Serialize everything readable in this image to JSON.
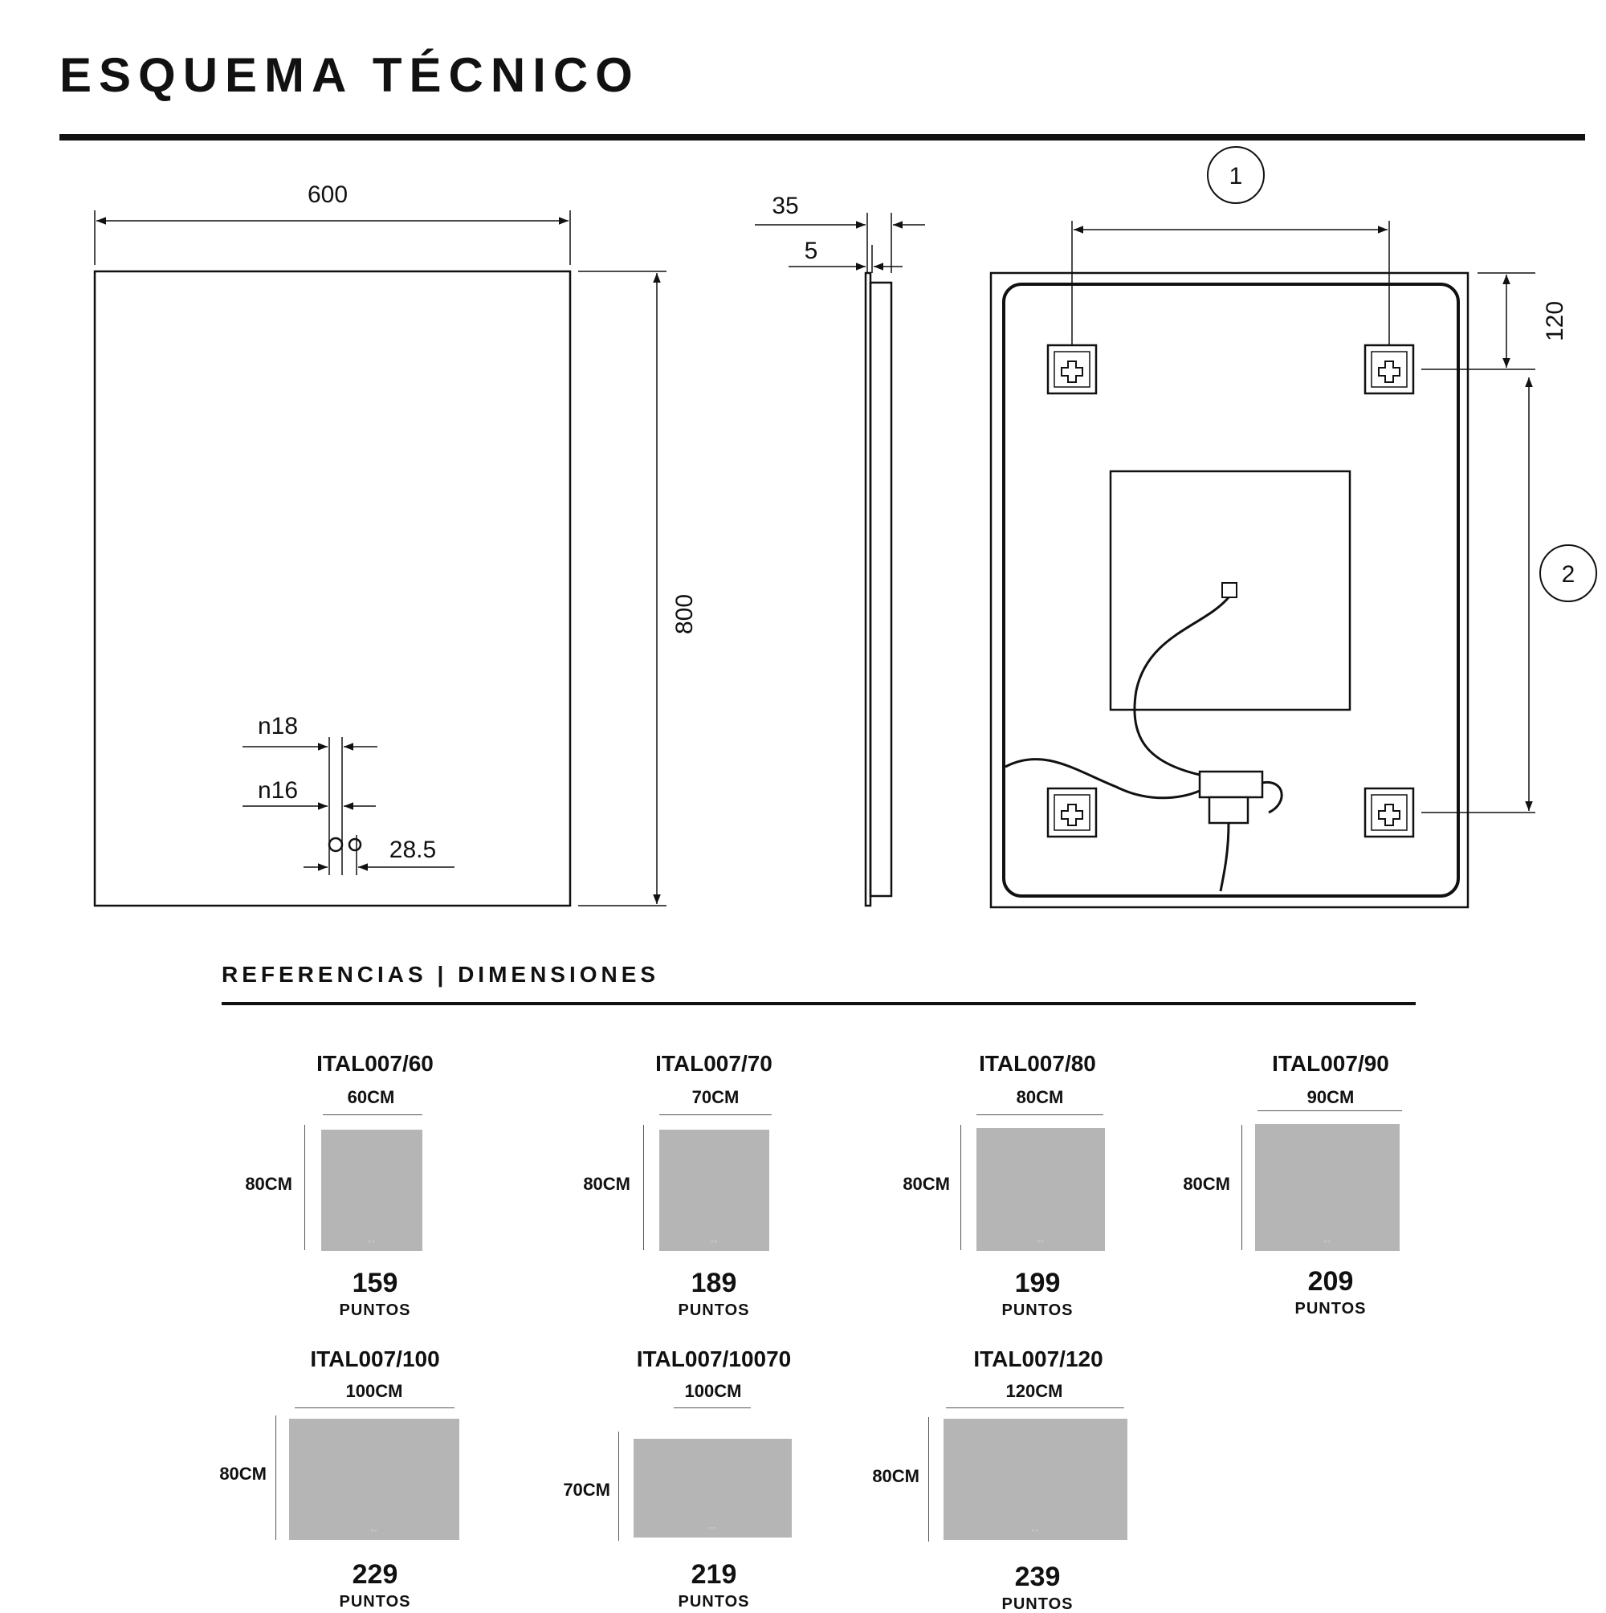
{
  "title": "ESQUEMA TÉCNICO",
  "drawing": {
    "front": {
      "width_label": "600",
      "height_label": "800",
      "hole_large_label": "n18",
      "hole_small_label": "n16",
      "hole_spacing_label": "28.5"
    },
    "side": {
      "depth_label": "35",
      "glass_label": "5"
    },
    "back": {
      "callout_1": "1",
      "callout_2": "2",
      "top_offset_label": "120"
    }
  },
  "references": {
    "heading": "REFERENCIAS | DIMENSIONES",
    "items": [
      {
        "name": "ITAL007/60",
        "width": "60CM",
        "height": "80CM",
        "points": "159",
        "points_label": "PUNTOS"
      },
      {
        "name": "ITAL007/70",
        "width": "70CM",
        "height": "80CM",
        "points": "189",
        "points_label": "PUNTOS"
      },
      {
        "name": "ITAL007/80",
        "width": "80CM",
        "height": "80CM",
        "points": "199",
        "points_label": "PUNTOS"
      },
      {
        "name": "ITAL007/90",
        "width": "90CM",
        "height": "80CM",
        "points": "209",
        "points_label": "PUNTOS"
      },
      {
        "name": "ITAL007/100",
        "width": "100CM",
        "height": "80CM",
        "points": "229",
        "points_label": "PUNTOS"
      },
      {
        "name": "ITAL007/10070",
        "width": "100CM",
        "height": "70CM",
        "points": "219",
        "points_label": "PUNTOS"
      },
      {
        "name": "ITAL007/120",
        "width": "120CM",
        "height": "80CM",
        "points": "239",
        "points_label": "PUNTOS"
      }
    ]
  }
}
